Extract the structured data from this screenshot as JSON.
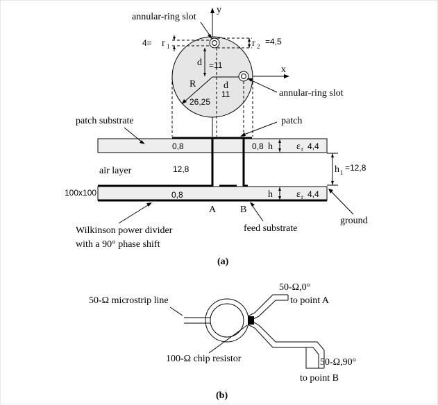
{
  "part_a": {
    "caption": "(a)",
    "axis_y": "y",
    "axis_x": "x",
    "slot_label_top": "annular-ring slot",
    "slot_label_right": "annular-ring slot",
    "r1_prefix": "4=",
    "r1": "r",
    "r1_sub": "1",
    "r2": "r",
    "r2_sub": "2",
    "r2_value": "=4,5",
    "d_top": "d",
    "d_top_value": "=11",
    "d_mid": "d",
    "d_mid_value": "11",
    "R": "R",
    "R_value": "26,25",
    "patch_substrate": "patch substrate",
    "patch": "patch",
    "thickness_top_left": "0,8",
    "thickness_top_right": "0,8",
    "h_top": "h",
    "eps_top": "ε",
    "eps_top_sub": "r",
    "eps_top_value": "4,4",
    "air_layer": "air  layer",
    "air_value": "12,8",
    "h1": "h",
    "h1_sub": "1",
    "h1_value": "=12,8",
    "size_label": "100x100",
    "thickness_bottom": "0,8",
    "h_bottom": "h",
    "eps_bottom": "ε",
    "eps_bottom_sub": "r",
    "eps_bottom_value": "4,4",
    "point_A": "A",
    "point_B": "B",
    "ground": "ground",
    "feed_substrate": "feed substrate",
    "wilkinson_line1": "Wilkinson power divider",
    "wilkinson_line2": "with a 90° phase shift"
  },
  "part_b": {
    "caption": "(b)",
    "microstrip": "50-Ω microstrip line",
    "out_a_line1": "50-Ω,0°",
    "out_a_line2": "to point A",
    "resistor": "100-Ω chip resistor",
    "out_b_line1": "50-Ω,90°",
    "out_b_line2": "to point B"
  }
}
